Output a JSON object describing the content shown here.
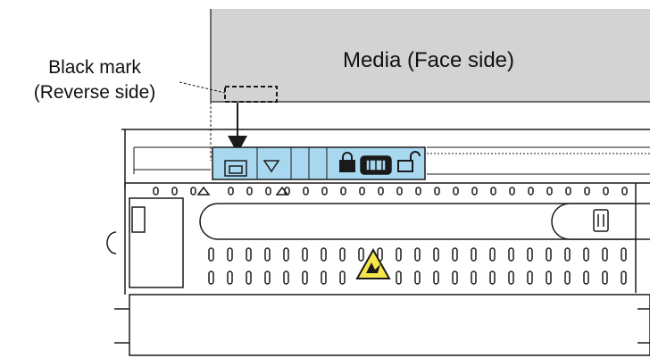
{
  "labels": {
    "black_mark_line1": "Black mark",
    "black_mark_line2": "(Reverse side)",
    "media": "Media (Face side)"
  },
  "colors": {
    "media_fill": "#d3d3d3",
    "sensor_panel": "#a8d8f0",
    "warning_fill": "#f6e64a",
    "line": "#1a1a1a"
  },
  "icons": [
    "down-arrow-icon",
    "sensor-window-icon",
    "triangle-marker-icon",
    "lock-icon",
    "sensor-icon",
    "unlock-icon",
    "hand-pinch-warning-icon"
  ]
}
